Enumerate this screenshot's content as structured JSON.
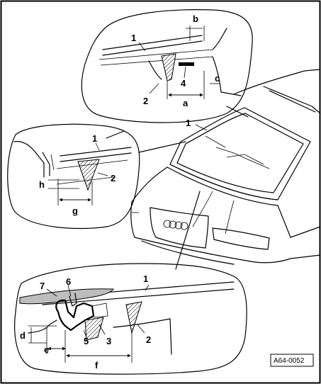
{
  "figure": {
    "reference_code": "A64-0052",
    "callouts": {
      "glass": "1",
      "adhesive_bead": "2",
      "spacer": "3",
      "marker": "4",
      "trim_clip": "5",
      "seal_profile": "6",
      "moulding": "7"
    },
    "dimensions": {
      "a": "a",
      "b": "b",
      "c": "c",
      "d": "d",
      "e": "e",
      "f": "f",
      "g": "g",
      "h": "h"
    },
    "colors": {
      "ink": "#000000",
      "hatch_fill": "#cfcfcf",
      "moulding_fill": "#bdbdbd",
      "paper": "#ffffff"
    }
  }
}
